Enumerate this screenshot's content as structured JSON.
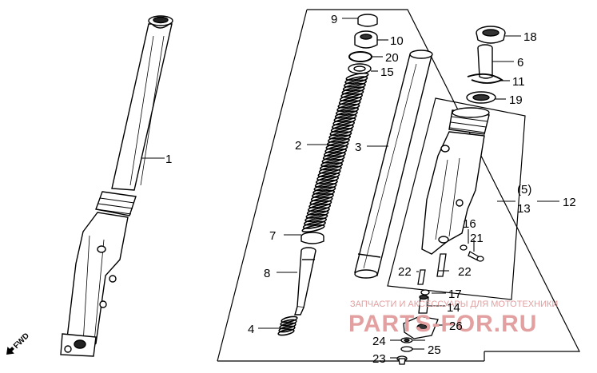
{
  "callouts": {
    "c1": "1",
    "c2": "2",
    "c3": "3",
    "c4": "4",
    "c5": "(5)",
    "c6": "6",
    "c7": "7",
    "c8": "8",
    "c9": "9",
    "c10": "10",
    "c11": "11",
    "c12": "12",
    "c13": "13",
    "c14": "14",
    "c15": "15",
    "c16": "16",
    "c17": "17",
    "c18": "18",
    "c19": "19",
    "c20": "20",
    "c21": "21",
    "c22a": "22",
    "c22b": "22",
    "c23": "23",
    "c24": "24",
    "c25": "25",
    "c26": "26"
  },
  "fwd_label": "FWD",
  "watermark": {
    "caption": "ЗАПЧАСТИ И АКСЕССУАРЫ ДЛЯ МОТОТЕХНИКИ",
    "brand": "PARTS-FOR.RU",
    "color": "#e3a0a0"
  }
}
